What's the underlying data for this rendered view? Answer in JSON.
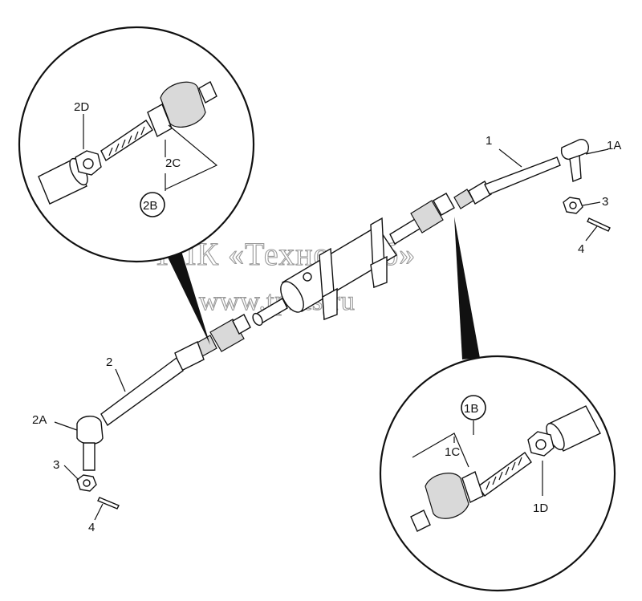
{
  "watermark": {
    "line1": "ТПК «Техно-Сиб»",
    "line2": "www.tpkts.ru"
  },
  "labels": {
    "rod_right": "1",
    "ball_joint_right": "1A",
    "nut_right": "3",
    "pin_right": "4",
    "rod_left": "2",
    "ball_joint_left": "2A",
    "nut_left": "3",
    "pin_left": "4",
    "inset_left_lock_nut": "2D",
    "inset_left_end": "2C",
    "inset_left_ref": "2B",
    "inset_right_ref": "1B",
    "inset_right_end": "1C",
    "inset_right_lock_nut": "1D"
  }
}
